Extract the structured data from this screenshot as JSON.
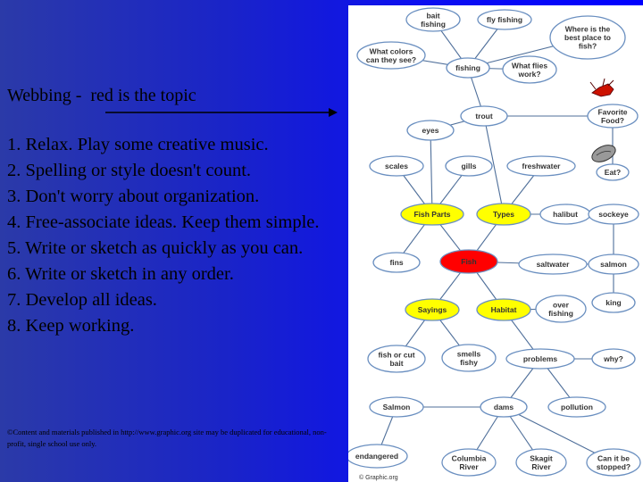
{
  "slide": {
    "heading": "Webbing -  red is the topic",
    "steps": [
      "1. Relax. Play some creative music.",
      "2. Spelling or style doesn't count.",
      "3. Don't worry about organization.",
      "4. Free-associate ideas. Keep them simple.",
      "5. Write or sketch as quickly as you can.",
      "6. Write or sketch in any order.",
      "7. Develop all ideas.",
      "8. Keep working."
    ],
    "copyright": "©Content and materials published in http://www.graphic.org site may be duplicated for educational, non-profit, single school use only.",
    "colors": {
      "background": "#0000ff",
      "topic": "#ff0000",
      "category": "#ffff00"
    }
  },
  "web": {
    "nodes": [
      {
        "id": "bait-fishing",
        "lines": [
          "bait",
          "fishing"
        ],
        "fill": "#ffffff"
      },
      {
        "id": "fly-fishing",
        "lines": [
          "fly fishing"
        ],
        "fill": "#ffffff"
      },
      {
        "id": "where-best-place",
        "lines": [
          "Where is the",
          "best place to",
          "fish?"
        ],
        "fill": "#ffffff"
      },
      {
        "id": "what-colors",
        "lines": [
          "What colors",
          "can they see?"
        ],
        "fill": "#ffffff"
      },
      {
        "id": "fishing",
        "lines": [
          "fishing"
        ],
        "fill": "#ffffff"
      },
      {
        "id": "what-flies",
        "lines": [
          "What flies",
          "work?"
        ],
        "fill": "#ffffff"
      },
      {
        "id": "trout",
        "lines": [
          "trout"
        ],
        "fill": "#ffffff"
      },
      {
        "id": "favorite-food",
        "lines": [
          "Favorite",
          "Food?"
        ],
        "fill": "#ffffff"
      },
      {
        "id": "eyes",
        "lines": [
          "eyes"
        ],
        "fill": "#ffffff"
      },
      {
        "id": "scales",
        "lines": [
          "scales"
        ],
        "fill": "#ffffff"
      },
      {
        "id": "gills",
        "lines": [
          "gills"
        ],
        "fill": "#ffffff"
      },
      {
        "id": "freshwater",
        "lines": [
          "freshwater"
        ],
        "fill": "#ffffff"
      },
      {
        "id": "eat",
        "lines": [
          "Eat?"
        ],
        "fill": "#ffffff"
      },
      {
        "id": "fish-parts",
        "lines": [
          "Fish Parts"
        ],
        "fill": "#ffff00"
      },
      {
        "id": "types",
        "lines": [
          "Types"
        ],
        "fill": "#ffff00"
      },
      {
        "id": "halibut",
        "lines": [
          "halibut"
        ],
        "fill": "#ffffff"
      },
      {
        "id": "sockeye",
        "lines": [
          "sockeye"
        ],
        "fill": "#ffffff"
      },
      {
        "id": "fins",
        "lines": [
          "fins"
        ],
        "fill": "#ffffff"
      },
      {
        "id": "fish",
        "lines": [
          "Fish"
        ],
        "fill": "#ff0000"
      },
      {
        "id": "saltwater",
        "lines": [
          "saltwater"
        ],
        "fill": "#ffffff"
      },
      {
        "id": "salmon",
        "lines": [
          "salmon"
        ],
        "fill": "#ffffff"
      },
      {
        "id": "sayings",
        "lines": [
          "Sayings"
        ],
        "fill": "#ffff00"
      },
      {
        "id": "habitat",
        "lines": [
          "Habitat"
        ],
        "fill": "#ffff00"
      },
      {
        "id": "over-fishing",
        "lines": [
          "over",
          "fishing"
        ],
        "fill": "#ffffff"
      },
      {
        "id": "king",
        "lines": [
          "king"
        ],
        "fill": "#ffffff"
      },
      {
        "id": "fish-or-cut-bait",
        "lines": [
          "fish or cut",
          "bait"
        ],
        "fill": "#ffffff"
      },
      {
        "id": "smells-fishy",
        "lines": [
          "smells",
          "fishy"
        ],
        "fill": "#ffffff"
      },
      {
        "id": "problems",
        "lines": [
          "problems"
        ],
        "fill": "#ffffff"
      },
      {
        "id": "why",
        "lines": [
          "why?"
        ],
        "fill": "#ffffff"
      },
      {
        "id": "salmon-river",
        "lines": [
          "Salmon"
        ],
        "fill": "#ffffff"
      },
      {
        "id": "dams",
        "lines": [
          "dams"
        ],
        "fill": "#ffffff"
      },
      {
        "id": "pollution",
        "lines": [
          "pollution"
        ],
        "fill": "#ffffff"
      },
      {
        "id": "endangered",
        "lines": [
          "endangered"
        ],
        "fill": "#ffffff"
      },
      {
        "id": "columbia-river",
        "lines": [
          "Columbia",
          "River"
        ],
        "fill": "#ffffff"
      },
      {
        "id": "skagit-river",
        "lines": [
          "Skagit",
          "River"
        ],
        "fill": "#ffffff"
      },
      {
        "id": "can-it-be-stopped",
        "lines": [
          "Can it be",
          "stopped?"
        ],
        "fill": "#ffffff"
      }
    ],
    "edges": [
      [
        "bait-fishing",
        "fishing"
      ],
      [
        "fly-fishing",
        "fishing"
      ],
      [
        "where-best-place",
        "fishing"
      ],
      [
        "what-colors",
        "fishing"
      ],
      [
        "what-flies",
        "fishing"
      ],
      [
        "fishing",
        "trout"
      ],
      [
        "trout",
        "favorite-food"
      ],
      [
        "trout",
        "eyes"
      ],
      [
        "trout",
        "types"
      ],
      [
        "favorite-food",
        "eat"
      ],
      [
        "scales",
        "fish-parts"
      ],
      [
        "gills",
        "fish-parts"
      ],
      [
        "eyes",
        "fish-parts"
      ],
      [
        "freshwater",
        "types"
      ],
      [
        "types",
        "halibut"
      ],
      [
        "types",
        "sockeye"
      ],
      [
        "fins",
        "fish-parts"
      ],
      [
        "fish-parts",
        "fish"
      ],
      [
        "types",
        "fish"
      ],
      [
        "fish",
        "saltwater"
      ],
      [
        "saltwater",
        "salmon"
      ],
      [
        "salmon",
        "sockeye"
      ],
      [
        "salmon",
        "king"
      ],
      [
        "fish",
        "sayings"
      ],
      [
        "fish",
        "habitat"
      ],
      [
        "habitat",
        "over-fishing"
      ],
      [
        "sayings",
        "fish-or-cut-bait"
      ],
      [
        "sayings",
        "smells-fishy"
      ],
      [
        "habitat",
        "problems"
      ],
      [
        "problems",
        "why"
      ],
      [
        "problems",
        "dams"
      ],
      [
        "problems",
        "pollution"
      ],
      [
        "dams",
        "salmon-river"
      ],
      [
        "salmon-river",
        "endangered"
      ],
      [
        "dams",
        "columbia-river"
      ],
      [
        "dams",
        "skagit-river"
      ],
      [
        "dams",
        "can-it-be-stopped"
      ]
    ],
    "footer": "© Graphic.org"
  }
}
